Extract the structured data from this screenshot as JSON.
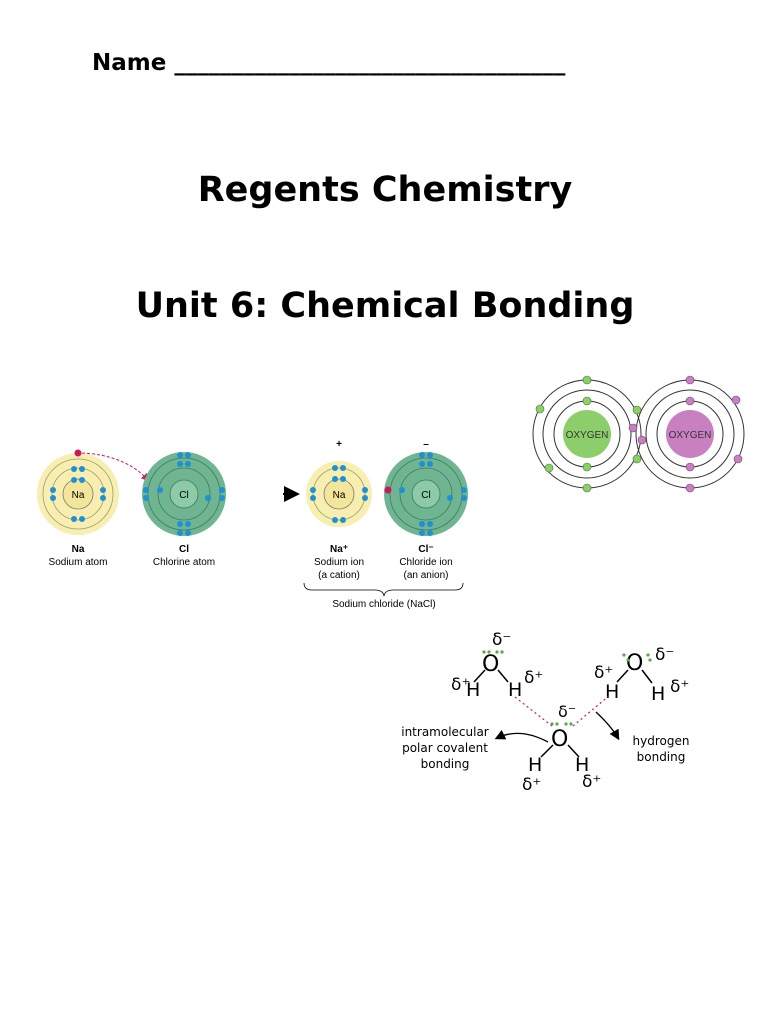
{
  "header": {
    "name_label": "Name",
    "name_blank": "__________________________________"
  },
  "titles": {
    "course": "Regents Chemistry",
    "unit": "Unit 6: Chemical Bonding"
  },
  "oxygen_diagram": {
    "left_label": "OXYGEN",
    "right_label": "OXYGEN",
    "left_color": "#8ccf6a",
    "right_color": "#c980c1"
  },
  "nacl_diagram": {
    "na_symbol": "Na",
    "cl_symbol": "Cl",
    "na_atom_name": "Na",
    "na_atom_caption": "Sodium atom",
    "cl_atom_name": "Cl",
    "cl_atom_caption": "Chlorine atom",
    "plus_sign": "+",
    "minus_sign": "–",
    "na_ion_name": "Na⁺",
    "na_ion_caption": "Sodium ion",
    "na_ion_type": "(a cation)",
    "cl_ion_name": "Cl⁻",
    "cl_ion_caption": "Chloride ion",
    "cl_ion_type": "(an anion)",
    "compound_label": "Sodium chloride (NaCl)",
    "electron_color": "#1e90d6",
    "transfer_electron_color": "#d0155c"
  },
  "water_diagram": {
    "delta_minus": "δ⁻",
    "delta_plus": "δ⁺",
    "oxygen": "O",
    "hydrogen": "H",
    "left_note_line1": "intramolecular",
    "left_note_line2": "polar covalent",
    "left_note_line3": "bonding",
    "right_note_line1": "hydrogen",
    "right_note_line2": "bonding"
  }
}
